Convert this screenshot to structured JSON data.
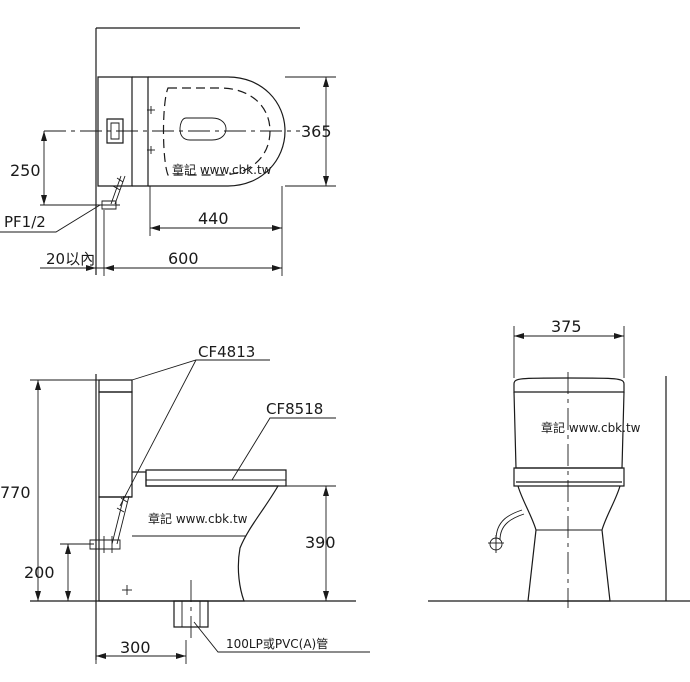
{
  "top_view": {
    "dim_depth": "365",
    "dim_pipe_offset": "250",
    "dim_bowl_length": "440",
    "dim_total_length": "600",
    "dim_wall_gap": "20以內",
    "pipe_label": "PF1/2",
    "watermark": "章記 www.cbk.tw"
  },
  "side_view": {
    "tank_model": "CF4813",
    "seat_model": "CF8518",
    "dim_height": "770",
    "dim_seat_height": "390",
    "dim_inlet_height": "200",
    "dim_outlet_distance": "300",
    "outlet_label": "100LP或PVC(A)管",
    "watermark": "章記 www.cbk.tw"
  },
  "front_view": {
    "dim_width": "375",
    "watermark": "章記 www.cbk.tw"
  }
}
